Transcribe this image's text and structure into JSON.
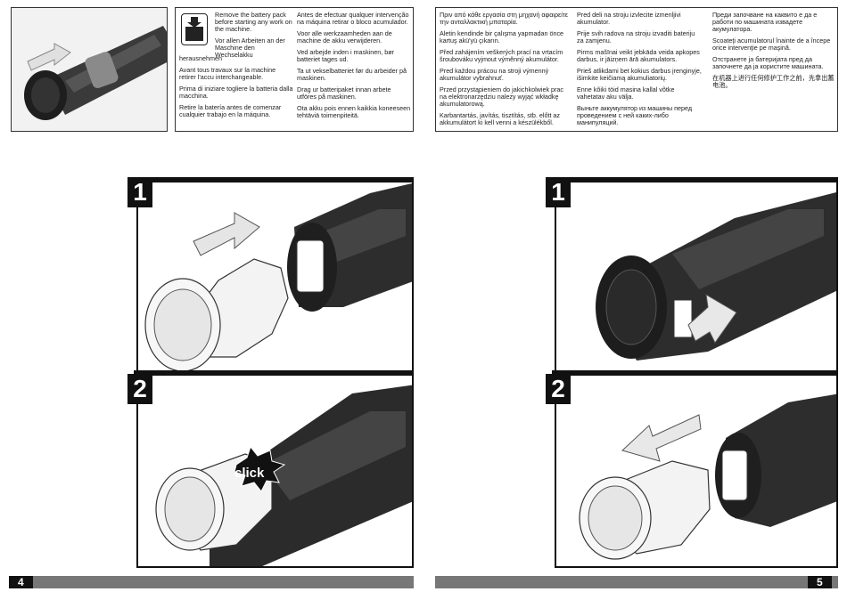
{
  "page_left": "4",
  "page_right": "5",
  "click_label": "click",
  "warn_col1_first": [
    "Remove the battery pack before starting any work on the machine."
  ],
  "warn_col1": [
    "herausnehmen",
    "Avant tous travaux sur la machine retirer l'accu interchangeable.",
    "Prima di iniziare togliere la batteria dalla macchina.",
    "Retire la batería antes de comenzar cualquier trabajo en la máquina."
  ],
  "warn_col1_de": "Vor allen Arbeiten an der Maschine den Wechselakku",
  "warn_col2": [
    "Antes de efectuar qualquer intervenção na máquina retirar o bloco acumulador.",
    "Voor alle werkzaamheden aan de machine de akku verwijderen.",
    "Ved arbejde inden i maskinen, bør batteriet tages ud.",
    "Ta ut vekselbatteriet før du arbeider på maskinen.",
    "Drag ur batteripaket innan arbete utföres på maskinen.",
    "Ota akku pois ennen kaikkia koneeseen tehtäviä toimenpiteitä."
  ],
  "warn_col3": [
    "Πριν από κάθε εργασία στη μηχανή αφαιρείτε την ανταλλακτική μπαταρία.",
    "Aletin kendinde bir çalışma yapmadan önce kartuş akü'yü çıkarın.",
    "Před zahájením veškerých prací na vrtacím šroubováku vyjmout výměnný akumulátor.",
    "Pred každou prácou na stroji výmenný akumulátor vybrahnuť.",
    "Przed przystąpieniem do jakichkolwiek prac na elektronarzędziu należy wyjąć wkładkę akumulatorową.",
    "Karbantartás, javítás, tisztítás, stb. előtt az akkumulátort ki kell venni a készülékből."
  ],
  "warn_col4": [
    "Pred deli na stroju izvlecite izmenljivi akumulator.",
    "Prije svih radova na stroju izvaditi bateriju za zamjenu.",
    "Pirms mašīnai veikt jebkāda veida apkopes darbus, ir jāizņem ārā akumulators.",
    "Prieš atlikdami bet kokius darbus įrenginyje, išimkite keičiamą akumuliatorių.",
    "Enne kõiki töid masina kallal võtke vahetatav aku välja.",
    "Выньте аккумулятор из машины перед проведением с ней каких-либо манипуляций."
  ],
  "warn_col5": [
    "Преди започване на каквито е да е работи по машината извадете акумулатора.",
    "Scoateţi acumulatorul înainte de a începe orice intervenţie pe maşină.",
    "Отстранете ја батеријата пред да започнете да ја користите машината.",
    "在机器上进行任何修护工作之前，先拿出蓄电池。"
  ],
  "steps": {
    "left": [
      "1",
      "2"
    ],
    "right": [
      "1",
      "2"
    ]
  }
}
